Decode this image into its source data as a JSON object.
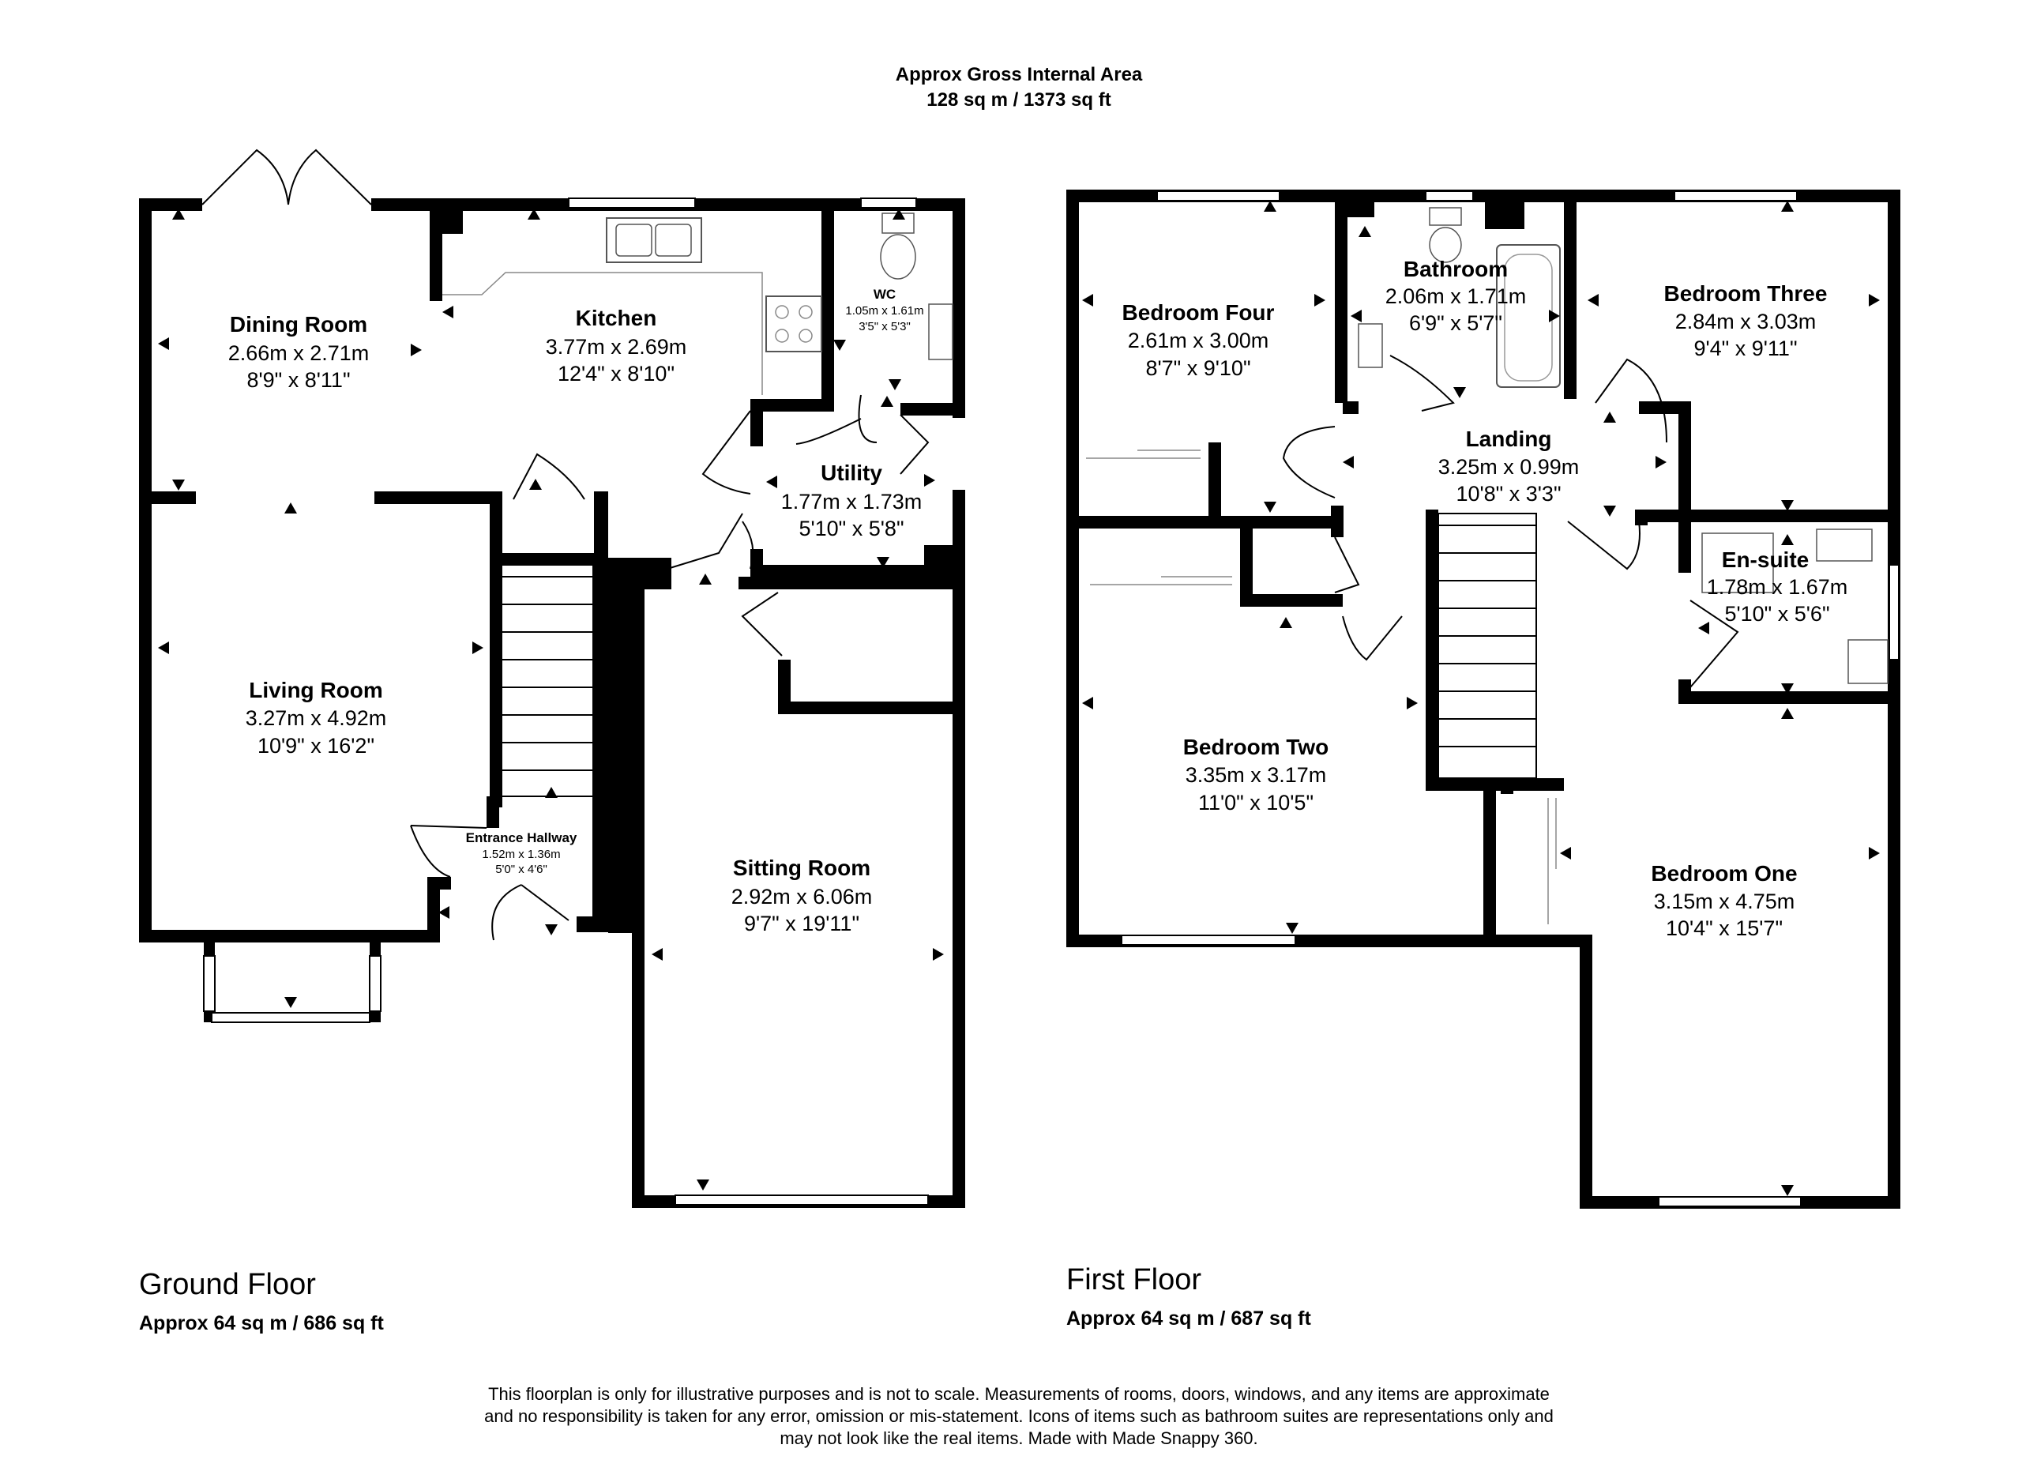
{
  "header": {
    "line1": "Approx Gross Internal Area",
    "line2": "128 sq m / 1373 sq ft"
  },
  "floors": [
    {
      "name": "Ground Floor",
      "area": "Approx 64 sq m / 686 sq ft",
      "rooms": [
        {
          "key": "dining-room",
          "name": "Dining Room",
          "metric": "2.66m x 2.71m",
          "imperial": "8'9\" x 8'11\""
        },
        {
          "key": "kitchen",
          "name": "Kitchen",
          "metric": "3.77m x 2.69m",
          "imperial": "12'4\" x 8'10\""
        },
        {
          "key": "wc",
          "name": "WC",
          "metric": "1.05m x 1.61m",
          "imperial": "3'5\" x 5'3\""
        },
        {
          "key": "utility",
          "name": "Utility",
          "metric": "1.77m x 1.73m",
          "imperial": "5'10\" x 5'8\""
        },
        {
          "key": "living-room",
          "name": "Living Room",
          "metric": "3.27m x 4.92m",
          "imperial": "10'9\" x 16'2\""
        },
        {
          "key": "entrance-hallway",
          "name": "Entrance Hallway",
          "metric": "1.52m x 1.36m",
          "imperial": "5'0\" x 4'6\""
        },
        {
          "key": "sitting-room",
          "name": "Sitting Room",
          "metric": "2.92m x 6.06m",
          "imperial": "9'7\" x 19'11\""
        }
      ]
    },
    {
      "name": "First Floor",
      "area": "Approx 64 sq m / 687 sq ft",
      "rooms": [
        {
          "key": "bedroom-four",
          "name": "Bedroom Four",
          "metric": "2.61m x 3.00m",
          "imperial": "8'7\" x 9'10\""
        },
        {
          "key": "bathroom",
          "name": "Bathroom",
          "metric": "2.06m x 1.71m",
          "imperial": "6'9\" x 5'7\""
        },
        {
          "key": "bedroom-three",
          "name": "Bedroom Three",
          "metric": "2.84m x 3.03m",
          "imperial": "9'4\" x 9'11\""
        },
        {
          "key": "landing",
          "name": "Landing",
          "metric": "3.25m x 0.99m",
          "imperial": "10'8\" x 3'3\""
        },
        {
          "key": "en-suite",
          "name": "En-suite",
          "metric": "1.78m x 1.67m",
          "imperial": "5'10\" x 5'6\""
        },
        {
          "key": "bedroom-two",
          "name": "Bedroom Two",
          "metric": "3.35m x 3.17m",
          "imperial": "11'0\" x 10'5\""
        },
        {
          "key": "bedroom-one",
          "name": "Bedroom One",
          "metric": "3.15m x 4.75m",
          "imperial": "10'4\" x 15'7\""
        }
      ]
    }
  ],
  "disclaimer": [
    "This floorplan is only for illustrative purposes and is not to scale. Measurements of rooms, doors, windows, and any items are approximate",
    "and no responsibility is taken for any error, omission or mis-statement. Icons of items such as bathroom suites are representations only and",
    "may not look like the real items. Made with Made Snappy 360."
  ]
}
